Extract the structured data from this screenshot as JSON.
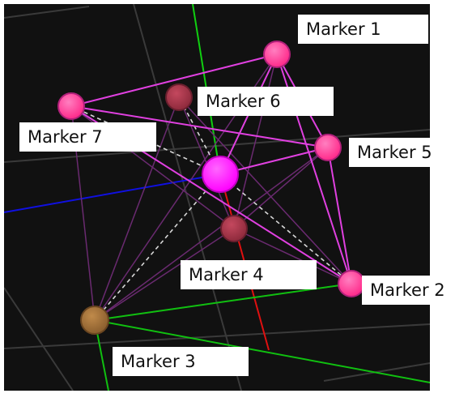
{
  "viewport": {
    "background": "#111111",
    "frame_color": "#ffffff"
  },
  "colors": {
    "marker_edge": "#e040e0",
    "marker_edge_faint": "#6a2a70",
    "dashed_link": "#d8d8d8",
    "axis_x": "#e01010",
    "axis_y": "#10d010",
    "axis_z": "#1010e0",
    "grid": "#3a3a3a",
    "marker_bright": "#ff3d9a",
    "marker_dim": "#a8344a",
    "marker_brown": "#a0703a",
    "center_node": "#ff22ff"
  },
  "markers": [
    {
      "id": "marker-1",
      "label": "Marker 1",
      "color": "#ff3d9a"
    },
    {
      "id": "marker-2",
      "label": "Marker 2",
      "color": "#ff3d9a"
    },
    {
      "id": "marker-3",
      "label": "Marker 3",
      "color": "#a0703a"
    },
    {
      "id": "marker-4",
      "label": "Marker 4",
      "color": "#a8344a"
    },
    {
      "id": "marker-5",
      "label": "Marker 5",
      "color": "#ff3d9a"
    },
    {
      "id": "marker-6",
      "label": "Marker 6",
      "color": "#a8344a"
    },
    {
      "id": "marker-7",
      "label": "Marker 7",
      "color": "#ff3d9a"
    }
  ],
  "center_node": {
    "id": "center-node",
    "color": "#ff22ff"
  }
}
